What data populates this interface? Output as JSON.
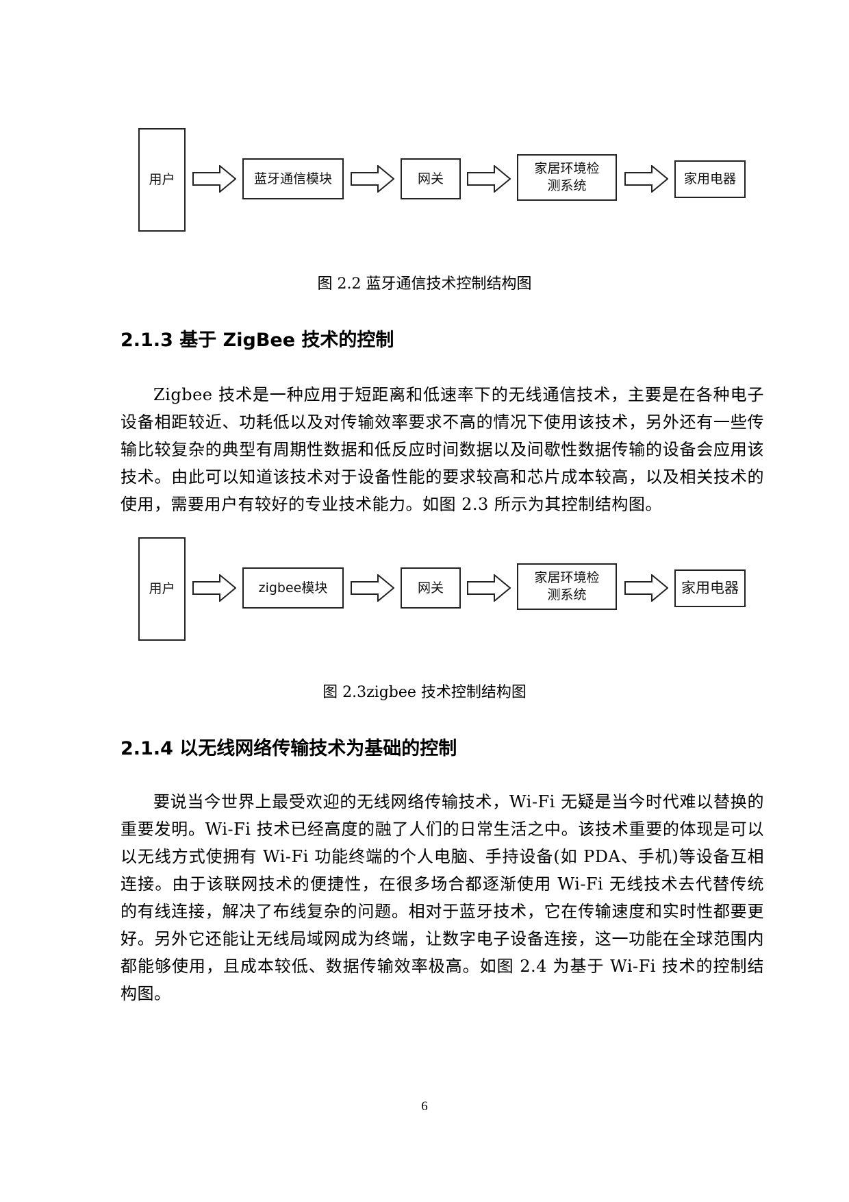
{
  "figure_2_2": {
    "nodes": [
      "用户",
      "蓝牙通信模块",
      "网关",
      "家居环境检测系统",
      "家用电器"
    ],
    "caption": "图 2.2 蓝牙通信技术控制结构图"
  },
  "section_2_1_3": {
    "heading": "2.1.3 基于 ZigBee 技术的控制",
    "paragraph": "Zigbee 技术是一种应用于短距离和低速率下的无线通信技术，主要是在各种电子设备相距较近、功耗低以及对传输效率要求不高的情况下使用该技术，另外还有一些传输比较复杂的典型有周期性数据和低反应时间数据以及间歇性数据传输的设备会应用该技术。由此可以知道该技术对于设备性能的要求较高和芯片成本较高，以及相关技术的使用，需要用户有较好的专业技术能力。如图 2.3 所示为其控制结构图。"
  },
  "figure_2_3": {
    "nodes": [
      "用户",
      "zigbee模块",
      "网关",
      "家居环境检测系统",
      "家用电器"
    ],
    "caption": "图 2.3zigbee 技术控制结构图"
  },
  "section_2_1_4": {
    "heading": "2.1.4 以无线网络传输技术为基础的控制",
    "paragraph": "要说当今世界上最受欢迎的无线网络传输技术，Wi-Fi 无疑是当今时代难以替换的重要发明。Wi-Fi 技术已经高度的融了人们的日常生活之中。该技术重要的体现是可以以无线方式使拥有 Wi-Fi 功能终端的个人电脑、手持设备(如 PDA、手机)等设备互相连接。由于该联网技术的便捷性，在很多场合都逐渐使用 Wi-Fi 无线技术去代替传统的有线连接，解决了布线复杂的问题。相对于蓝牙技术，它在传输速度和实时性都要更好。另外它还能让无线局域网成为终端，让数字电子设备连接，这一功能在全球范围内都能够使用，且成本较低、数据传输效率极高。如图 2.4 为基于 Wi-Fi 技术的控制结构图。"
  },
  "page_number": "6"
}
